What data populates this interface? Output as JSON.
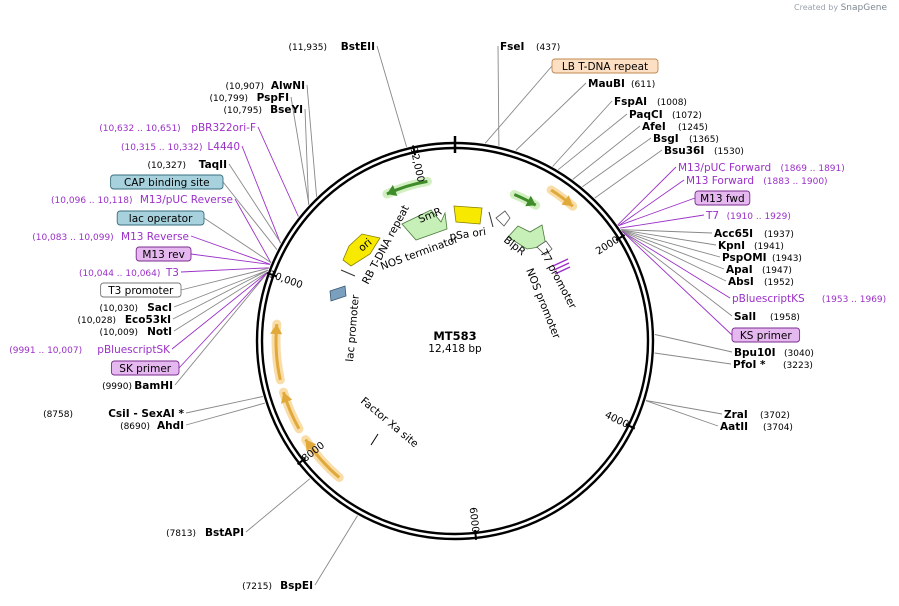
{
  "credit": {
    "prefix": "Created by",
    "brand": "SnapGene"
  },
  "plasmid": {
    "name": "MT583",
    "size_label": "12,418 bp",
    "total_bp": 12418
  },
  "ticks": [
    {
      "bp": 2000,
      "label": "2000"
    },
    {
      "bp": 4000,
      "label": "4000"
    },
    {
      "bp": 6000,
      "label": "6000"
    },
    {
      "bp": 8000,
      "label": "8000"
    },
    {
      "bp": 10000,
      "label": "10,000"
    },
    {
      "bp": 12000,
      "label": "12,000"
    }
  ],
  "enzymes": [
    {
      "name": "FseI",
      "pos": "(437)",
      "bp": 437,
      "side": "right"
    },
    {
      "name": "MauBI",
      "pos": "(611)",
      "bp": 611,
      "side": "right"
    },
    {
      "name": "FspAI",
      "pos": "(1008)",
      "bp": 1008,
      "side": "right"
    },
    {
      "name": "PaqCI",
      "pos": "(1072)",
      "bp": 1072,
      "side": "right"
    },
    {
      "name": "AfeI",
      "pos": "(1245)",
      "bp": 1245,
      "side": "right"
    },
    {
      "name": "BsgI",
      "pos": "(1365)",
      "bp": 1365,
      "side": "right"
    },
    {
      "name": "Bsu36I",
      "pos": "(1530)",
      "bp": 1530,
      "side": "right"
    },
    {
      "name": "Acc65I",
      "pos": "(1937)",
      "bp": 1937,
      "side": "right"
    },
    {
      "name": "KpnI",
      "pos": "(1941)",
      "bp": 1941,
      "side": "right"
    },
    {
      "name": "PspOMI",
      "pos": "(1943)",
      "bp": 1943,
      "side": "right"
    },
    {
      "name": "ApaI",
      "pos": "(1947)",
      "bp": 1947,
      "side": "right"
    },
    {
      "name": "AbsI",
      "pos": "(1952)",
      "bp": 1952,
      "side": "right"
    },
    {
      "name": "SalI",
      "pos": "(1958)",
      "bp": 1958,
      "side": "right"
    },
    {
      "name": "Bpu10I",
      "pos": "(3040)",
      "bp": 3040,
      "side": "right"
    },
    {
      "name": "PfoI *",
      "pos": "(3223)",
      "bp": 3223,
      "side": "right"
    },
    {
      "name": "ZraI",
      "pos": "(3702)",
      "bp": 3702,
      "side": "right"
    },
    {
      "name": "AatII",
      "pos": "(3704)",
      "bp": 3704,
      "side": "right"
    },
    {
      "name": "BspEI",
      "pos": "(7215)",
      "bp": 7215,
      "side": "left"
    },
    {
      "name": "BstAPI",
      "pos": "(7813)",
      "bp": 7813,
      "side": "left"
    },
    {
      "name": "AhdI",
      "pos": "(8690)",
      "bp": 8690,
      "side": "left"
    },
    {
      "name": "CsiI  - SexAI *",
      "pos": "(8758)",
      "bp": 8758,
      "side": "left"
    },
    {
      "name": "BamHI",
      "pos": "(9990)",
      "bp": 9990,
      "side": "left"
    },
    {
      "name": "NotI",
      "pos": "(10,009)",
      "bp": 10009,
      "side": "left"
    },
    {
      "name": "Eco53kI",
      "pos": "(10,028)",
      "bp": 10028,
      "side": "left"
    },
    {
      "name": "SacI",
      "pos": "(10,030)",
      "bp": 10030,
      "side": "left"
    },
    {
      "name": "TaqII",
      "pos": "(10,327)",
      "bp": 10327,
      "side": "left"
    },
    {
      "name": "BseYI",
      "pos": "(10,795)",
      "bp": 10795,
      "side": "left"
    },
    {
      "name": "PspFI",
      "pos": "(10,799)",
      "bp": 10799,
      "side": "left"
    },
    {
      "name": "AlwNI",
      "pos": "(10,907)",
      "bp": 10907,
      "side": "left"
    },
    {
      "name": "BstEII",
      "pos": "(11,935)",
      "bp": 11935,
      "side": "left"
    }
  ],
  "primers": [
    {
      "name": "M13/pUC Forward",
      "range": "(1869 .. 1891)",
      "bp": 1880,
      "side": "right"
    },
    {
      "name": "M13 Forward",
      "range": "(1883 .. 1900)",
      "bp": 1891,
      "side": "right"
    },
    {
      "name": "T7",
      "range": "(1910 .. 1929)",
      "bp": 1919,
      "side": "right"
    },
    {
      "name": "pBluescriptKS",
      "range": "(1953 .. 1969)",
      "bp": 1961,
      "side": "right"
    },
    {
      "name": "pBR322ori-F",
      "range": "(10,632 .. 10,651)",
      "bp": 10641,
      "side": "left"
    },
    {
      "name": "L4440",
      "range": "(10,315 .. 10,332)",
      "bp": 10323,
      "side": "left"
    },
    {
      "name": "M13/pUC Reverse",
      "range": "(10,096 .. 10,118)",
      "bp": 10107,
      "side": "left"
    },
    {
      "name": "M13 Reverse",
      "range": "(10,083 .. 10,099)",
      "bp": 10091,
      "side": "left"
    },
    {
      "name": "T3",
      "range": "(10,044 .. 10,064)",
      "bp": 10054,
      "side": "left"
    },
    {
      "name": "pBluescriptSK",
      "range": "(9991 .. 10,007)",
      "bp": 9999,
      "side": "left"
    }
  ],
  "boxed_labels": [
    {
      "text": "LB T-DNA repeat",
      "fill": "#fde0c4",
      "stroke": "#c08850",
      "bp": 300,
      "kind": "feature"
    },
    {
      "text": "M13 fwd",
      "fill": "#e6b8f0",
      "stroke": "#7a2c8e",
      "bp": 1890,
      "kind": "primer"
    },
    {
      "text": "KS primer",
      "fill": "#e6b8f0",
      "stroke": "#7a2c8e",
      "bp": 1960,
      "kind": "primer"
    },
    {
      "text": "CAP binding site",
      "fill": "#a7d1dc",
      "stroke": "#3a6f80",
      "bp": 10250,
      "kind": "feature"
    },
    {
      "text": "lac operator",
      "fill": "#a7d1dc",
      "stroke": "#3a6f80",
      "bp": 10110,
      "kind": "feature"
    },
    {
      "text": "M13 rev",
      "fill": "#e6b8f0",
      "stroke": "#7a2c8e",
      "bp": 10090,
      "kind": "primer"
    },
    {
      "text": "T3 promoter",
      "fill": "#ffffff",
      "stroke": "#777777",
      "bp": 10050,
      "kind": "feature"
    },
    {
      "text": "SK primer",
      "fill": "#e6b8f0",
      "stroke": "#7a2c8e",
      "bp": 9995,
      "kind": "primer"
    }
  ],
  "inner_labels": [
    {
      "text": "RB T-DNA repeat"
    },
    {
      "text": "NOS terminator"
    },
    {
      "text": "pSa ori"
    },
    {
      "text": "BlpR"
    },
    {
      "text": "T7 promoter"
    },
    {
      "text": "NOS promoter"
    },
    {
      "text": "lac promoter"
    },
    {
      "text": "Factor Xa site"
    },
    {
      "text": "SmR"
    },
    {
      "text": "ori"
    }
  ],
  "colors": {
    "enzyme_text": "#000000",
    "primer_text": "#9b30c8",
    "orange_feature": "#e0a93a",
    "green_feature": "#3f8c2a",
    "light_green": "#c6f0b8",
    "yellow": "#f7ea00",
    "purple_marker": "#9b30c8"
  }
}
